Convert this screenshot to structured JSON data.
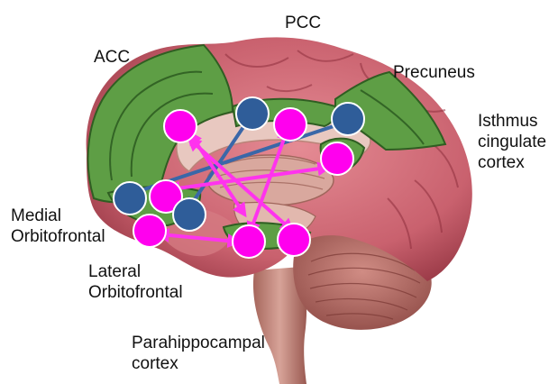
{
  "labels": {
    "acc": "ACC",
    "pcc": "PCC",
    "precuneus": "Precuneus",
    "isthmus": "Isthmus\ncingulate\ncortex",
    "medial": "Medial\nOrbitofrontal",
    "lateral": "Lateral\nOrbitofrontal",
    "parahippocampal": "Parahippocampal\ncortex"
  },
  "colors": {
    "region_fill": "#5e9e45",
    "region_stroke": "#2f5e22",
    "pink_node": "#ff00ee",
    "blue_node": "#2f5d99",
    "node_stroke": "#ffffff",
    "pink_arrow": "#ff33ee",
    "blue_arrow": "#3a67a8",
    "brain_cortex": "#c9616e",
    "brain_dark": "#8f2f3d",
    "cerebellum": "#b06a64",
    "brainstem": "#b98478",
    "inner": "#e8c8c0"
  }
}
